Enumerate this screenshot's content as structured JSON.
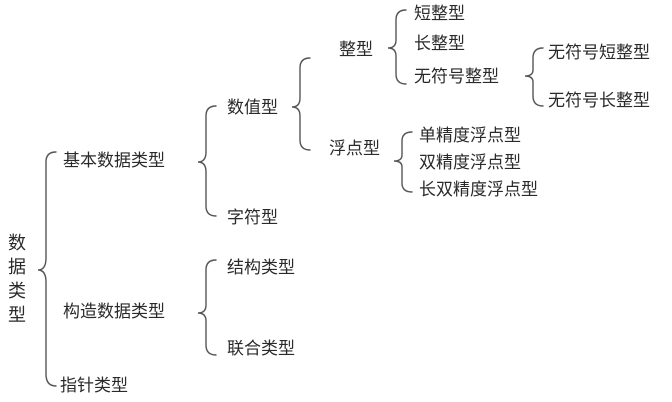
{
  "root": {
    "label_chars": [
      "数",
      "据",
      "类",
      "型"
    ],
    "children": {
      "basic": {
        "label": "基本数据类型",
        "numeric": {
          "label": "数值型",
          "integer": {
            "label": "整型",
            "short": "短整型",
            "long": "长整型",
            "unsigned": {
              "label": "无符号整型",
              "unsigned_short": "无符号短整型",
              "unsigned_long": "无符号长整型"
            }
          },
          "float": {
            "label": "浮点型",
            "single": "单精度浮点型",
            "double": "双精度浮点型",
            "long_double": "长双精度浮点型"
          }
        },
        "char": "字符型"
      },
      "constructed": {
        "label": "构造数据类型",
        "struct": "结构类型",
        "union": "联合类型"
      },
      "pointer": "指针类型"
    }
  },
  "colors": {
    "text": "#2a2a2a",
    "bracket": "#555555"
  }
}
